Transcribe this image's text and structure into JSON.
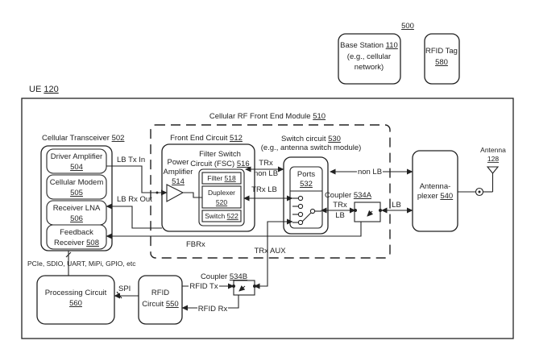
{
  "figure": {
    "ref": "500",
    "ue": {
      "label": "UE ",
      "num": "120"
    },
    "base_station": {
      "l1": "Base Station ",
      "num": "110",
      "l2": "(e.g., cellular",
      "l3": "network)"
    },
    "rfid_tag": {
      "l1": "RFID Tag",
      "num": "580"
    },
    "fem": {
      "label": "Cellular RF Front End Module ",
      "num": "510"
    },
    "transceiver": {
      "label": "Cellular Transceiver ",
      "num": "502",
      "driver_amp": {
        "l1": "Driver Amplifier",
        "num": "504"
      },
      "modem": {
        "l1": "Cellular Modem",
        "num": "505"
      },
      "lna": {
        "l1": "Receiver LNA",
        "num": "506"
      },
      "feedback": {
        "l1": "Feedback",
        "l2": "Receiver ",
        "num": "508"
      }
    },
    "front_end": {
      "label": "Front End Circuit ",
      "num": "512",
      "pa": {
        "l1": "Power",
        "l2": "Amplifier",
        "num": "514"
      },
      "fsc": {
        "l1": "Filter Switch",
        "l2": "Circuit (FSC) ",
        "num": "516"
      },
      "filter": {
        "l1": "Filter ",
        "num": "518"
      },
      "duplexer": {
        "l1": "Duplexer",
        "num": "520"
      },
      "switch": {
        "l1": "Switch ",
        "num": "522"
      }
    },
    "switch_circuit": {
      "l1": "Switch circuit ",
      "num": "530",
      "l2": "(e.g., antenna switch module)",
      "ports": {
        "l1": "Ports",
        "num": "532"
      }
    },
    "coupler_a": {
      "label": "Coupler ",
      "num": "534A"
    },
    "coupler_b": {
      "label": "Coupler ",
      "num": "534B"
    },
    "antennaplexer": {
      "l1": "Antenna-",
      "l2": "plexer ",
      "num": "540"
    },
    "antenna": {
      "l1": "Antenna",
      "num": "128"
    },
    "processing": {
      "l1": "Processing Circuit",
      "num": "560"
    },
    "rfid_circuit": {
      "l1": "RFID",
      "l2": "Circuit ",
      "num": "550"
    },
    "signals": {
      "lb_tx_in": "LB Tx In",
      "lb_rx_out": "LB Rx Out",
      "trx_nonlb_1": "TRx",
      "trx_nonlb_2": "non LB",
      "trx_lb": "TRx LB",
      "non_lb": "non LB",
      "trx_lb2_1": "TRx",
      "trx_lb2_2": "LB",
      "lb": "LB",
      "fbrx": "FBRx",
      "trx_aux": "TRx AUX",
      "interfaces": "PCIe, SDIO, UART, MiPi, GPIO, etc",
      "spi": "SPI",
      "rfid_tx": "RFID Tx",
      "rfid_rx": "RFID Rx"
    }
  }
}
